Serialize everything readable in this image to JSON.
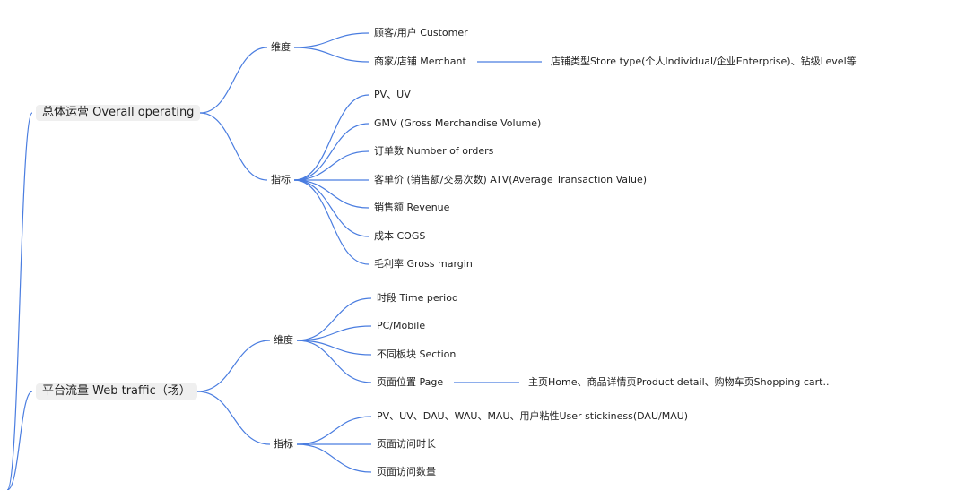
{
  "branches": [
    {
      "root": "总体运营 Overall operating",
      "groups": [
        {
          "label": "维度",
          "items": [
            {
              "text": "顾客/用户 Customer"
            },
            {
              "text": "商家/店铺 Merchant",
              "child": "店铺类型Store type(个人Individual/企业Enterprise)、钻级Level等"
            }
          ]
        },
        {
          "label": "指标",
          "items": [
            {
              "text": "PV、UV"
            },
            {
              "text": "GMV (Gross Merchandise Volume)"
            },
            {
              "text": "订单数 Number of orders"
            },
            {
              "text": "客单价 (销售额/交易次数) ATV(Average Transaction Value)"
            },
            {
              "text": "销售额 Revenue"
            },
            {
              "text": "成本 COGS"
            },
            {
              "text": "毛利率 Gross margin"
            }
          ]
        }
      ]
    },
    {
      "root": "平台流量 Web traffic（场）",
      "groups": [
        {
          "label": "维度",
          "items": [
            {
              "text": "时段 Time period"
            },
            {
              "text": "PC/Mobile"
            },
            {
              "text": "不同板块 Section"
            },
            {
              "text": "页面位置 Page",
              "child": "主页Home、商品详情页Product detail、购物车页Shopping cart.."
            }
          ]
        },
        {
          "label": "指标",
          "items": [
            {
              "text": "PV、UV、DAU、WAU、MAU、用户粘性User stickiness(DAU/MAU)"
            },
            {
              "text": "页面访问时长"
            },
            {
              "text": "页面访问数量"
            }
          ]
        }
      ]
    }
  ],
  "colors": {
    "line": "#4a7de0",
    "root_bg": "#efefef"
  }
}
